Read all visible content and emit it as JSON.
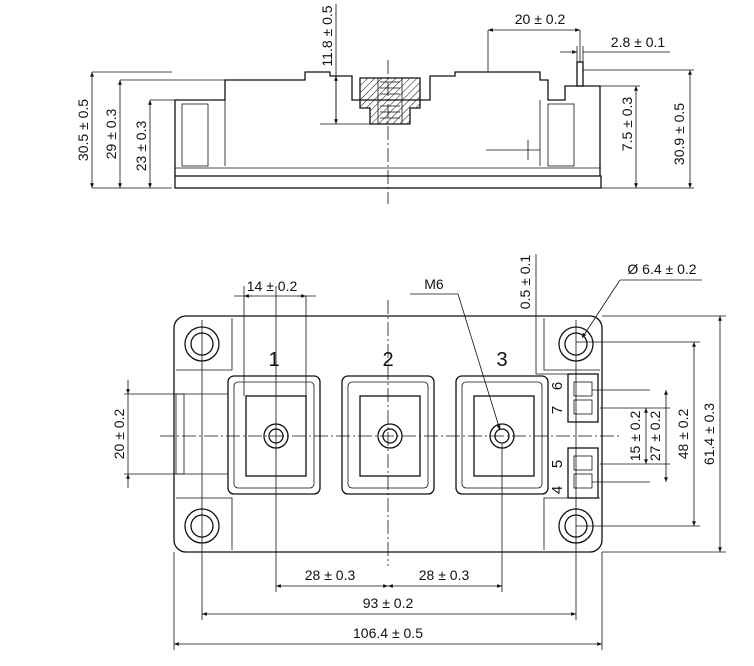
{
  "side_view": {
    "dimensions": {
      "height_overall": "30.5 ± 0.5",
      "height_body": "29 ± 0.3",
      "height_base": "23 ± 0.3",
      "nut_depth": "11.8 ± 0.5",
      "terminal_pitch": "20 ± 0.2",
      "pin_width": "2.8 ± 0.1",
      "pin_height": "7.5 ± 0.3",
      "height_pin_top": "30.9 ± 0.5"
    }
  },
  "top_view": {
    "terminals": [
      "1",
      "2",
      "3"
    ],
    "aux_pins": [
      "7",
      "6",
      "5",
      "4"
    ],
    "labels": {
      "thread": "M6",
      "hole_diameter": "Ø  6.4 ± 0.2",
      "pin_offset": "0.5 ± 0.1"
    },
    "dimensions": {
      "terminal_width": "14 ± 0.2",
      "bracket_height": "20 ± 0.2",
      "pitch_left": "28 ± 0.3",
      "pitch_right": "28 ± 0.3",
      "hole_spacing": "93 ± 0.2",
      "length_overall": "106.4 ± 0.5",
      "aux_spacing": "15 ± 0.2",
      "aux_span": "27 ± 0.2",
      "hole_spacing_vertical": "48 ± 0.2",
      "width_overall": "61.4 ± 0.3"
    }
  }
}
